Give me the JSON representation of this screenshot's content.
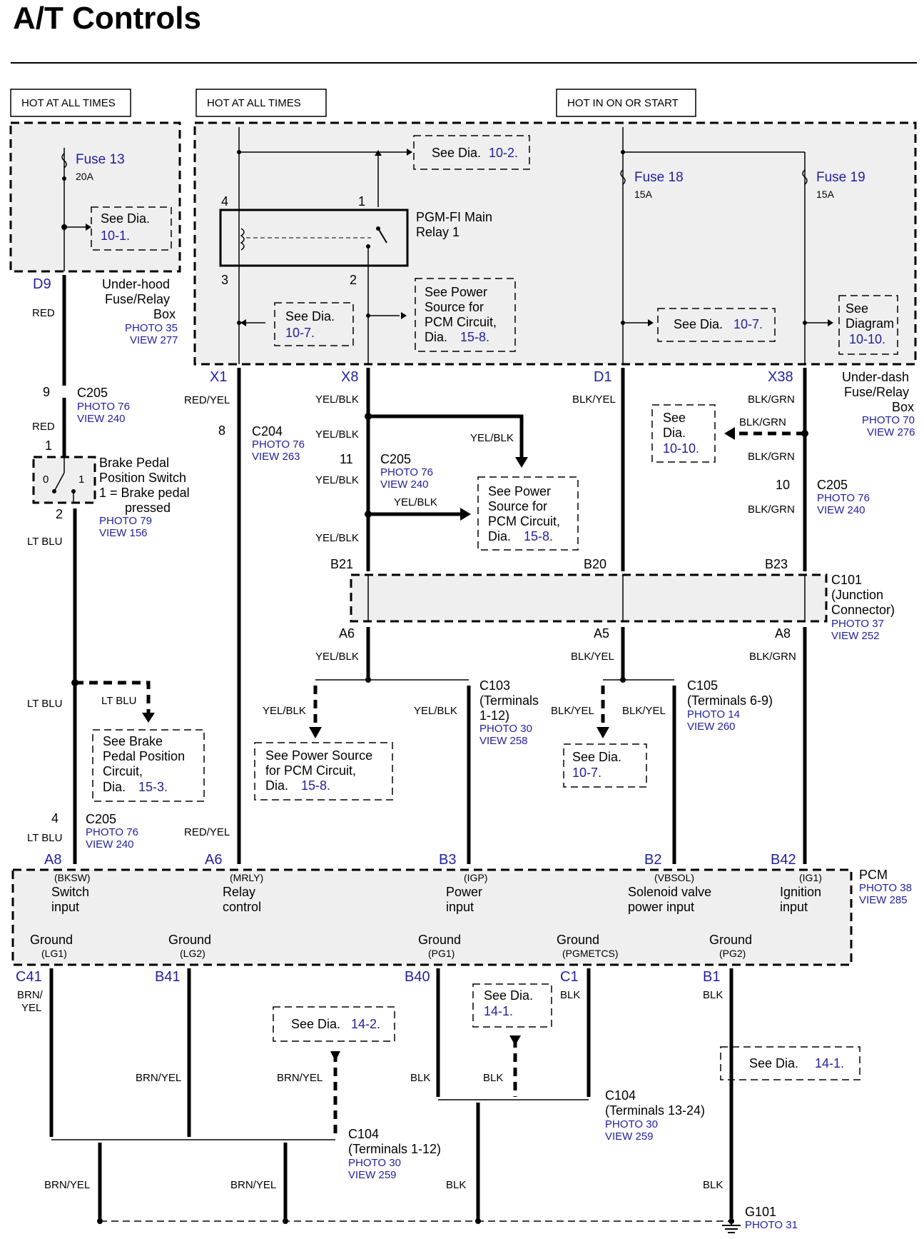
{
  "title": "A/T Controls",
  "hot": {
    "h1": "HOT AT ALL TIMES",
    "h2": "HOT AT ALL TIMES",
    "h3": "HOT IN ON OR START"
  },
  "fuses": {
    "f13": {
      "name": "Fuse 13",
      "rating": "20A"
    },
    "f18": {
      "name": "Fuse 18",
      "rating": "15A"
    },
    "f19": {
      "name": "Fuse 19",
      "rating": "15A"
    }
  },
  "underhood": {
    "l1": "Under-hood",
    "l2": "Fuse/Relay",
    "l3": "Box",
    "photo": "PHOTO 35",
    "view": "VIEW 277"
  },
  "underdash": {
    "l1": "Under-dash",
    "l2": "Fuse/Relay",
    "l3": "Box",
    "photo": "PHOTO 70",
    "view": "VIEW 276"
  },
  "relay": {
    "l1": "PGM-FI Main",
    "l2": "Relay 1",
    "p4": "4",
    "p1": "1",
    "p3": "3",
    "p2": "2"
  },
  "see": {
    "see": "See Dia.",
    "see_power": "See Power",
    "source_for": "Source for",
    "pcm_circuit": "PCM Circuit,",
    "dia": "Dia.",
    "see_word": "See",
    "diagram": "Diagram",
    "dia_word": "Dia.",
    "brake1": "See Brake",
    "brake2": "Pedal Position",
    "brake3": "Circuit,",
    "ps1": "See Power Source",
    "ps2": "for PCM Circuit,",
    "r10_2": "10-2.",
    "r10_1": "10-1.",
    "r10_7": "10-7.",
    "r15_8": "15-8.",
    "r10_10": "10-10.",
    "r15_3": "15-3.",
    "r14_2": "14-2.",
    "r14_1": "14-1."
  },
  "terminals": {
    "d9": "D9",
    "x1": "X1",
    "x8": "X8",
    "d1": "D1",
    "x38": "X38",
    "b21": "B21",
    "b20": "B20",
    "b23": "B23",
    "a6c": "A6",
    "a5": "A5",
    "a8c": "A8",
    "a8": "A8",
    "a6": "A6",
    "b3": "B3",
    "b2": "B2",
    "b42": "B42",
    "c41": "C41",
    "b41": "B41",
    "b40": "B40",
    "c1": "C1",
    "b1": "B1"
  },
  "wires": {
    "red": "RED",
    "red_yel": "RED/YEL",
    "yel_blk": "YEL/BLK",
    "blk_yel": "BLK/YEL",
    "blk_grn": "BLK/GRN",
    "lt_blu": "LT BLU",
    "brn_yel": "BRN/YEL",
    "brn": "BRN/",
    "yel": "YEL",
    "blk": "BLK"
  },
  "connectors": {
    "c205": "C205",
    "c204": "C204",
    "c101": "C101",
    "c101a": "(Junction",
    "c101b": "Connector)",
    "c103": "C103",
    "c103a": "(Terminals",
    "c103b": "1-12)",
    "c105": "C105",
    "c105a": "(Terminals 6-9)",
    "c104": "C104",
    "c104a": "(Terminals 1-12)",
    "c104b": "(Terminals 13-24)",
    "g101": "G101",
    "n9": "9",
    "n1": "1",
    "n2": "2",
    "n8": "8",
    "n11": "11",
    "n10": "10",
    "n4": "4",
    "p76": "PHOTO 76",
    "v240": "VIEW 240",
    "v263": "VIEW 263",
    "p37": "PHOTO 37",
    "v252": "VIEW 252",
    "p30": "PHOTO 30",
    "v258": "VIEW 258",
    "v259": "VIEW 259",
    "p14": "PHOTO 14",
    "v260": "VIEW 260",
    "p31": "PHOTO 31"
  },
  "brake": {
    "l1": "Brake Pedal",
    "l2": "Position Switch",
    "l3": "1 = Brake pedal",
    "l4": "pressed",
    "photo": "PHOTO 79",
    "view": "VIEW 156",
    "s0": "0",
    "s1": "1"
  },
  "pcm": {
    "name": "PCM",
    "photo": "PHOTO 38",
    "view": "VIEW 285",
    "bksw": "(BKSW)",
    "switch": "Switch",
    "input": "input",
    "mrly": "(MRLY)",
    "relay": "Relay",
    "control": "control",
    "igp": "(IGP)",
    "power": "Power",
    "vbsol": "(VBSOL)",
    "solenoid": "Solenoid valve",
    "power_input": "power input",
    "ig1": "(IG1)",
    "ignition": "Ignition",
    "ground": "Ground",
    "lg1": "(LG1)",
    "lg2": "(LG2)",
    "pg1": "(PG1)",
    "pgmetcs": "(PGMETCS)",
    "pg2": "(PG2)"
  }
}
